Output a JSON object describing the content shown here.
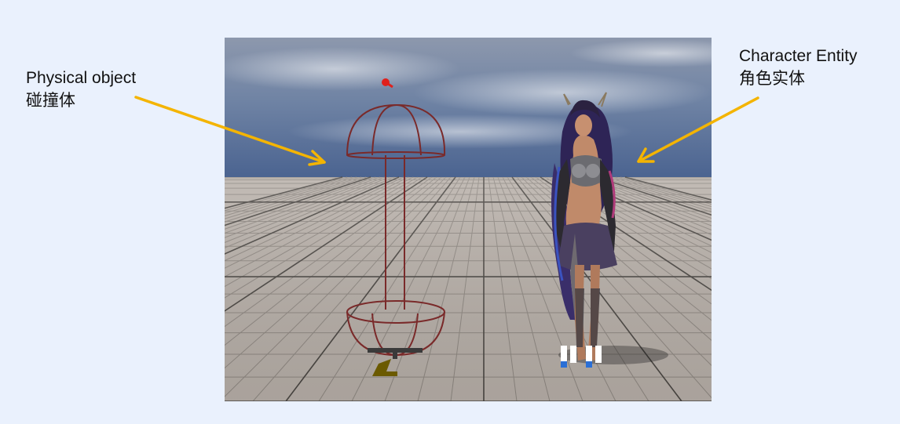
{
  "annotations": {
    "physical_object": {
      "title": "Physical object",
      "subtitle": "碰撞体"
    },
    "character_entity": {
      "title": "Character Entity",
      "subtitle": "角色实体"
    }
  },
  "colors": {
    "background": "#eaf1fd",
    "arrow": "#f4b400",
    "capsule_wireframe": "#7a2a2a",
    "sky_top": "#7f8fa8",
    "horizon": "#4a6390",
    "floor_light": "#bdb5ae",
    "floor_dark": "#a59d96",
    "character_hair": "#3a2e6a",
    "character_skin": "#c08a6a"
  },
  "icons": [
    "capsule-collider-wireframe",
    "origin-pin-icon",
    "root-arrow-icon",
    "foot-marker-icon"
  ]
}
